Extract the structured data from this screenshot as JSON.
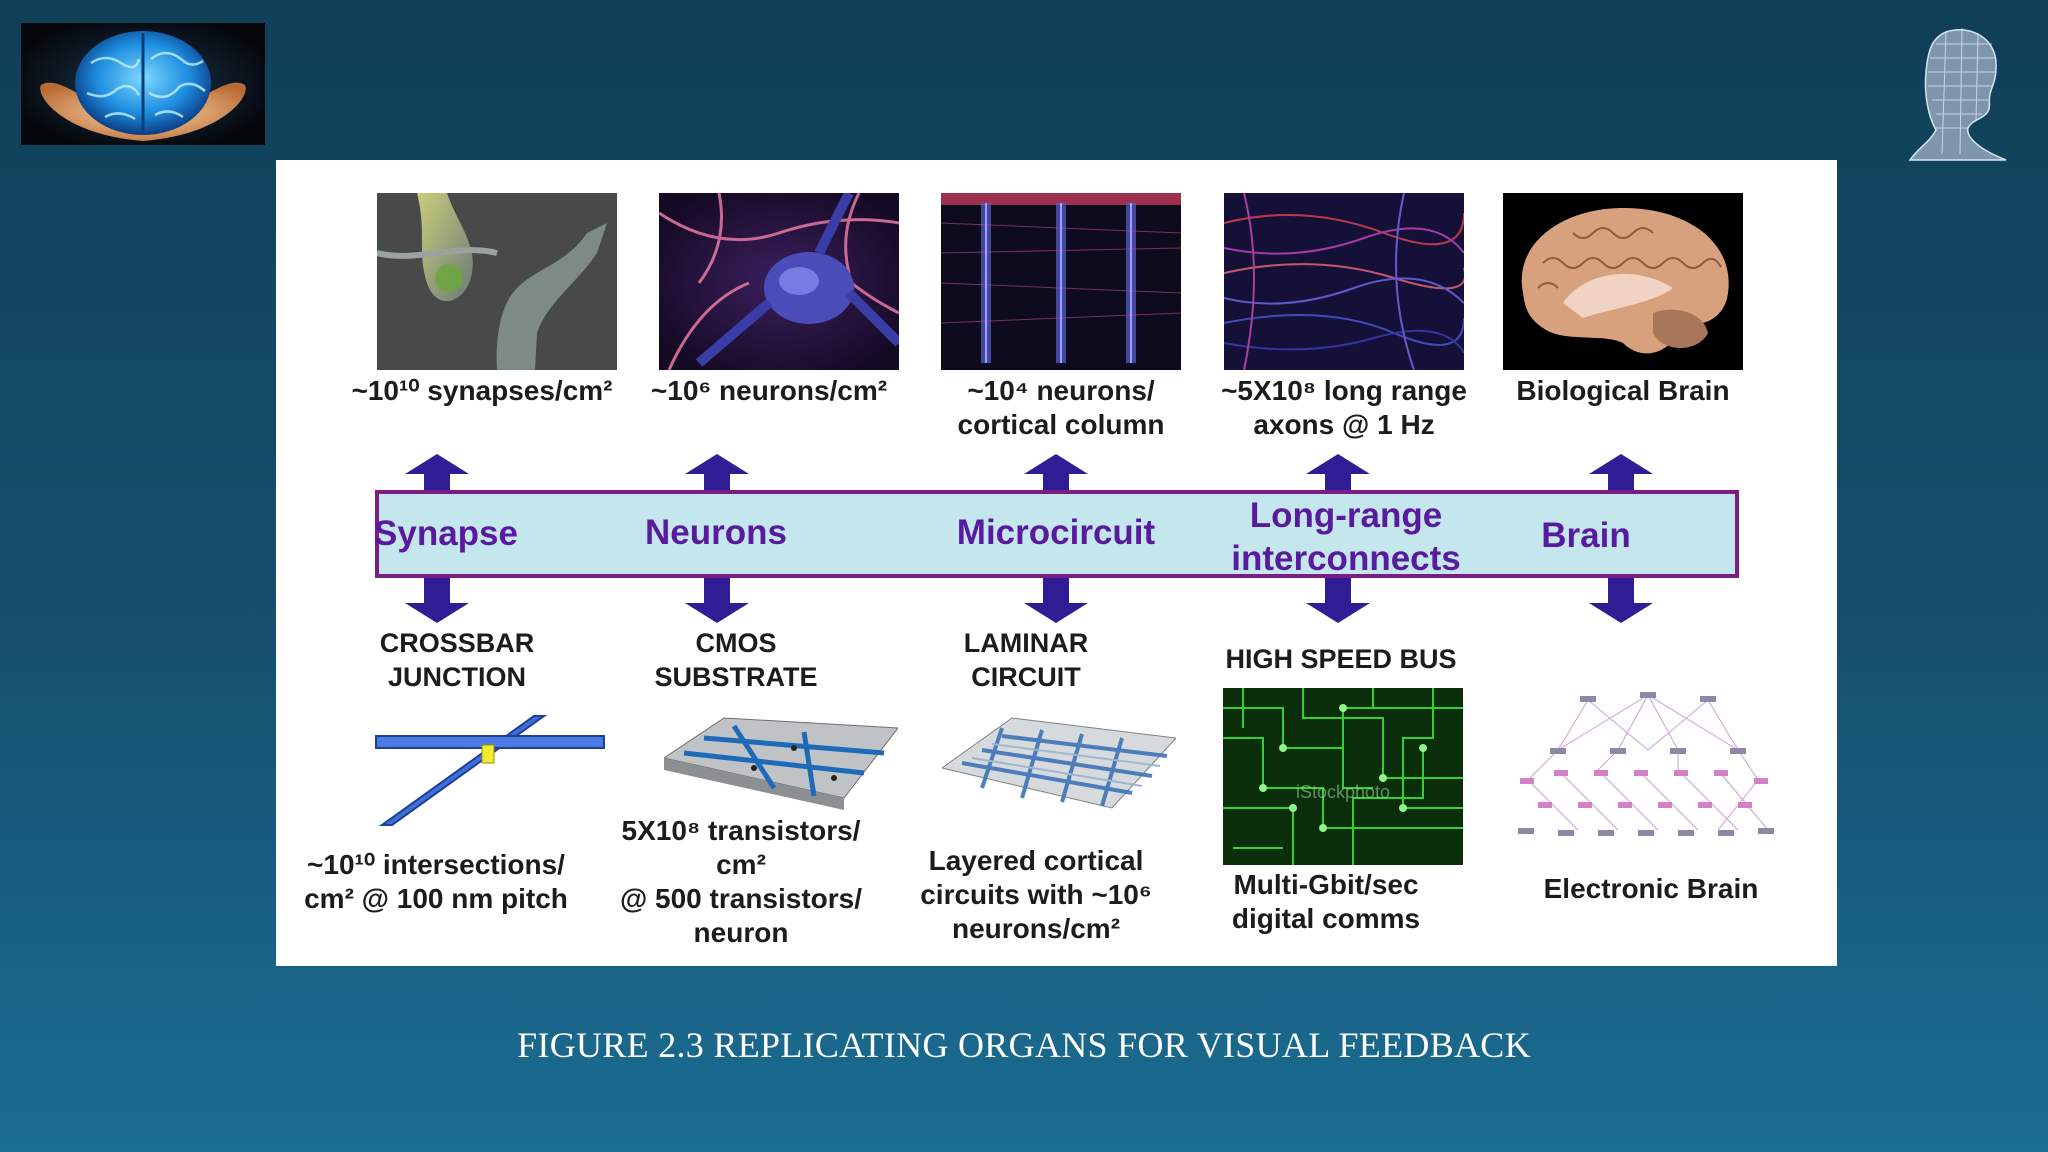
{
  "figure_caption": "FIGURE 2.3 REPLICATING ORGANS FOR VISUAL FEEDBACK",
  "top_row": [
    {
      "image": "synapse-photo",
      "label": "~10¹⁰ synapses/cm²"
    },
    {
      "image": "neurons-photo",
      "label": "~10⁶ neurons/cm²"
    },
    {
      "image": "cortical-column-photo",
      "label": "~10⁴ neurons/\ncortical column"
    },
    {
      "image": "long-range-axons-photo",
      "label": "~5X10⁸ long range\naxons @ 1 Hz"
    },
    {
      "image": "biological-brain-photo",
      "label": "Biological Brain"
    }
  ],
  "band": {
    "labels": [
      "Synapse",
      "Neurons",
      "Microcircuit",
      "Long-range\ninterconnects",
      "Brain"
    ],
    "fill_color": "#c3e7ec",
    "border_color": "#7e1c85",
    "text_color": "#5a1aa0",
    "arrow_color": "#2e1d94"
  },
  "bottom_row": [
    {
      "heading": "CROSSBAR\nJUNCTION",
      "image": "crossbar-junction-diagram",
      "label": "~10¹⁰ intersections/\ncm² @ 100 nm pitch"
    },
    {
      "heading": "CMOS\nSUBSTRATE",
      "image": "cmos-substrate-diagram",
      "label": "5X10⁸ transistors/\ncm²\n@ 500 transistors/\nneuron"
    },
    {
      "heading": "LAMINAR\nCIRCUIT",
      "image": "laminar-circuit-diagram",
      "label": "Layered cortical\ncircuits with ~10⁶\nneurons/cm²"
    },
    {
      "heading": "HIGH SPEED BUS",
      "image": "circuit-board-photo",
      "label": "Multi-Gbit/sec\ndigital comms"
    },
    {
      "heading": "",
      "image": "electronic-brain-network",
      "label": "Electronic Brain"
    }
  ],
  "icons": {
    "left_logo": "brain-in-hands-icon",
    "right_logo": "digital-head-icon"
  },
  "watermark": "iStockphoto"
}
